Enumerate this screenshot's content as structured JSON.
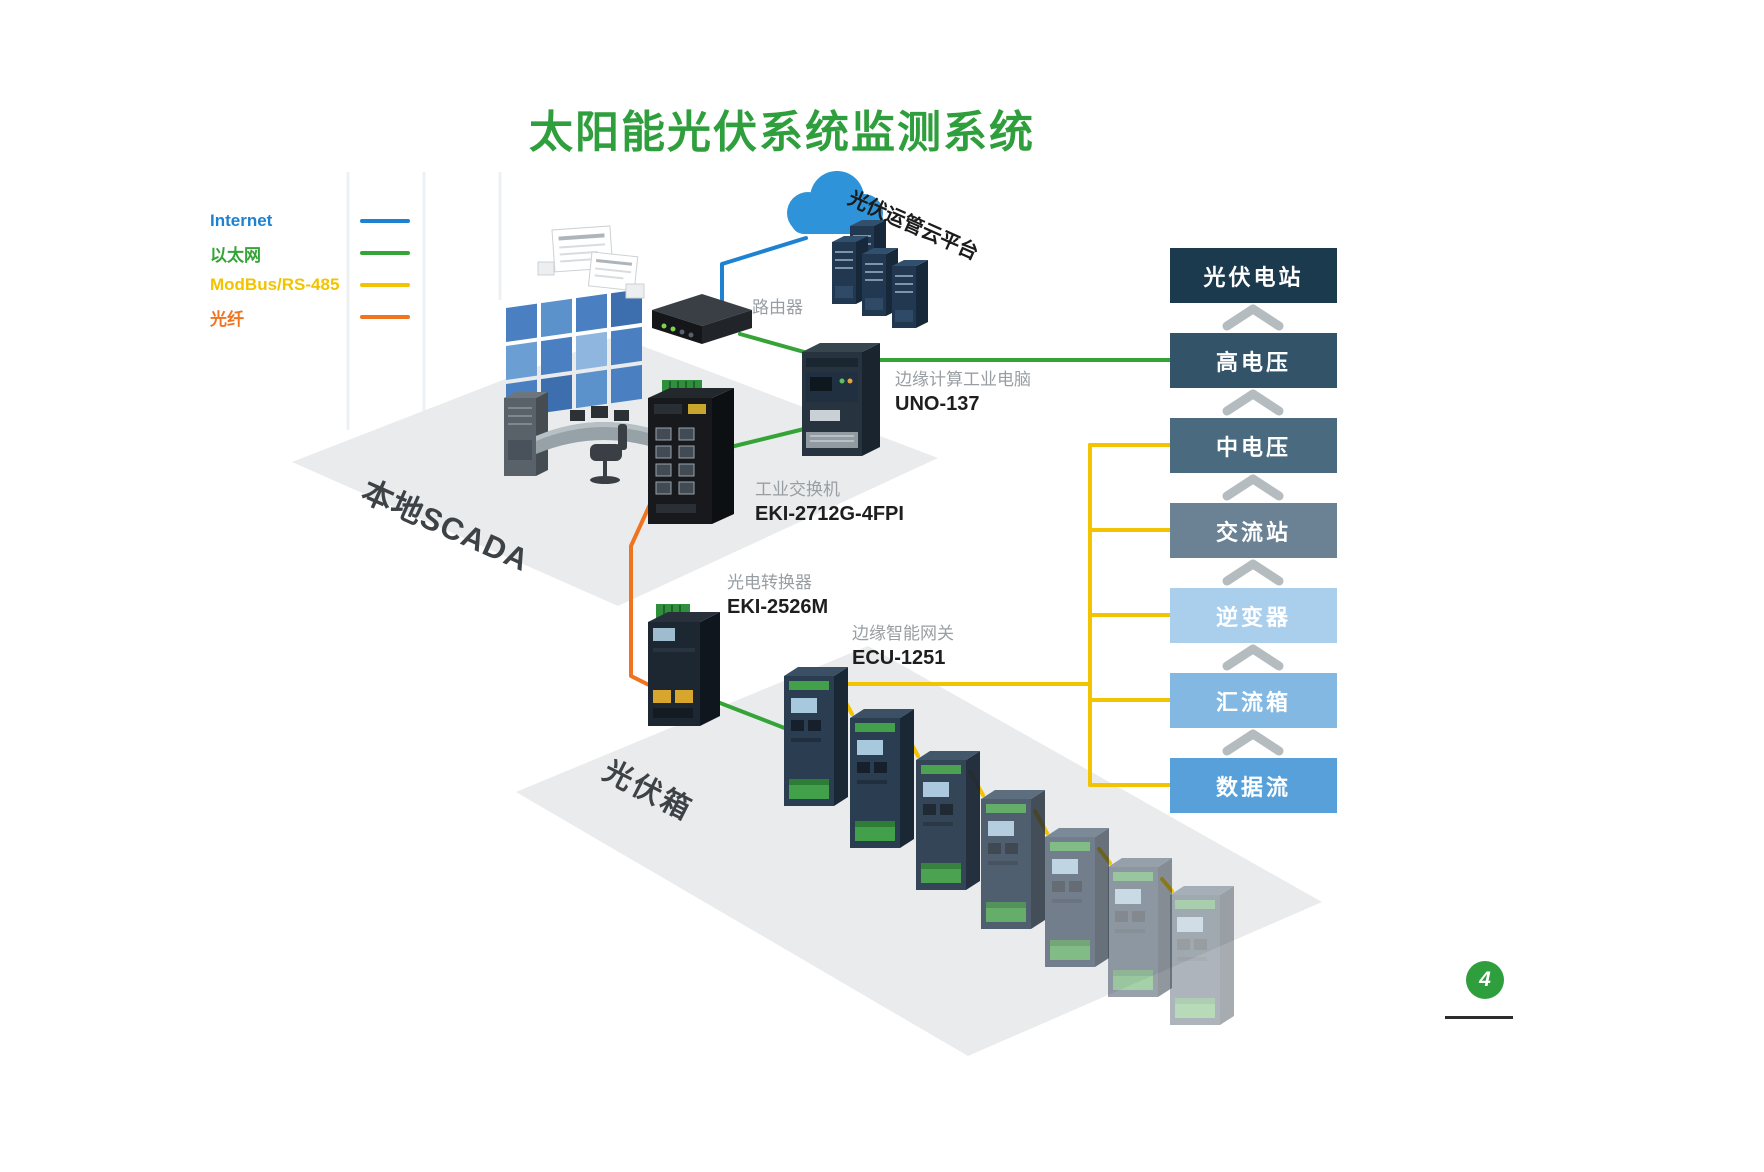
{
  "title": "太阳能光伏系统监测系统",
  "colors": {
    "internet": "#1e82d2",
    "ethernet": "#35a437",
    "modbus": "#f2c300",
    "fiber": "#f07420",
    "title_green": "#2f9e3c"
  },
  "legend": [
    {
      "id": "internet",
      "label": "Internet",
      "color": "#1e82d2"
    },
    {
      "id": "ethernet",
      "label": "以太网",
      "color": "#35a437"
    },
    {
      "id": "modbus",
      "label": "ModBus/RS-485",
      "color": "#f2c300"
    },
    {
      "id": "fiber",
      "label": "光纤",
      "color": "#f07420"
    }
  ],
  "cloud": {
    "label": "光伏运管云平台"
  },
  "devices": {
    "router": {
      "name": "路由器"
    },
    "uno": {
      "desc": "边缘计算工业电脑",
      "model": "UNO-137"
    },
    "switch": {
      "desc": "工业交换机",
      "model": "EKI-2712G-4FPI"
    },
    "converter": {
      "desc": "光电转换器",
      "model": "EKI-2526M"
    },
    "gateway": {
      "desc": "边缘智能网关",
      "model": "ECU-1251"
    }
  },
  "zones": {
    "scada": "本地SCADA",
    "pv_box": "光伏箱"
  },
  "stack": [
    {
      "label": "光伏电站",
      "color": "#1b3a4e"
    },
    {
      "label": "高电压",
      "color": "#325368"
    },
    {
      "label": "中电压",
      "color": "#4a6a7f"
    },
    {
      "label": "交流站",
      "color": "#6b8294"
    },
    {
      "label": "逆变器",
      "color": "#aacfec"
    },
    {
      "label": "汇流箱",
      "color": "#83b8e3"
    },
    {
      "label": "数据流",
      "color": "#57a0d9"
    }
  ],
  "page": {
    "number": "4"
  }
}
